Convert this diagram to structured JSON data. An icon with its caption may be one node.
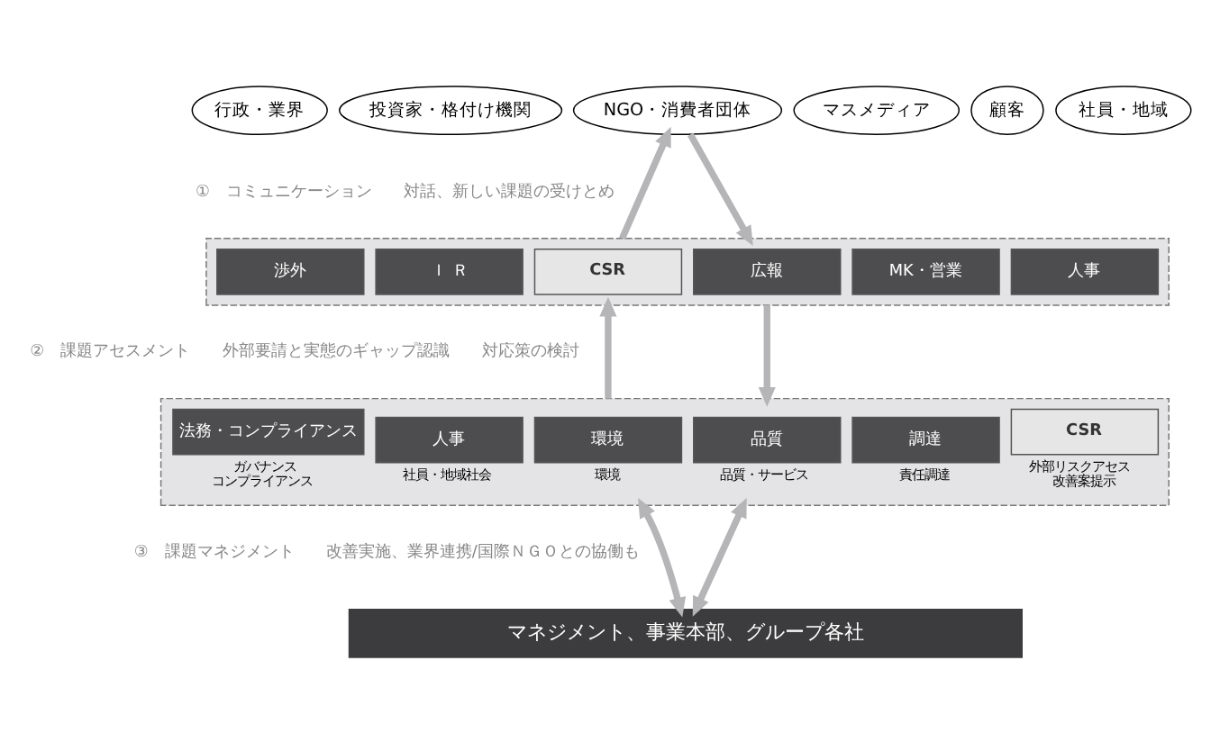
{
  "diagram": {
    "nodes": [
      {
        "text": [
          "行政・業界"
        ]
      },
      {
        "text": [
          "投資家・格付け機関"
        ]
      },
      {
        "text": [
          "NGO・消費者団体"
        ]
      },
      {
        "text": [
          "マスメディア"
        ]
      },
      {
        "text": [
          "顧客"
        ]
      },
      {
        "text": [
          "社員・地域"
        ]
      },
      {
        "text": [],
        "shape": "box"
      },
      {
        "text": [
          "渉外"
        ],
        "in": 6
      },
      {
        "text": [
          "Ｉ Ｒ"
        ],
        "in": 6
      },
      {
        "text": [
          "CSR"
        ],
        "in": 6
      },
      {
        "text": [
          "広報"
        ],
        "in": 6
      },
      {
        "text": [
          "MK・営業"
        ],
        "in": 6
      },
      {
        "text": [
          "人事"
        ],
        "in": 6
      },
      {
        "text": [],
        "shape": "box"
      },
      {
        "text": [
          "法務・コンプライアンス"
        ],
        "in": 13,
        "beside": [
          "ガバナンス",
          "コンプライアンス"
        ]
      },
      {
        "text": [
          "人事"
        ],
        "in": 13,
        "beside": [
          "社員・地域社会"
        ]
      },
      {
        "text": [
          "環境"
        ],
        "in": 13,
        "beside": [
          "環境"
        ]
      },
      {
        "text": [
          "品質"
        ],
        "in": 13,
        "beside": [
          "品質・サービス"
        ]
      },
      {
        "text": [
          "調達"
        ],
        "in": 13,
        "beside": [
          "責任調達"
        ]
      },
      {
        "text": [
          "CSR"
        ],
        "in": 13,
        "beside": [
          "外部リスクアセス",
          "改善案提示"
        ]
      },
      {
        "text": [
          "マネジメント、事業本部、グループ各社"
        ]
      }
    ],
    "edges": [
      {
        "from": 6,
        "to": 2,
        "arrow": "to"
      },
      {
        "from": 2,
        "to": 6,
        "arrow": "to"
      },
      {
        "from": 13,
        "to": 6,
        "arrow": "to"
      },
      {
        "from": 6,
        "to": 13,
        "arrow": "to"
      },
      {
        "from": 13,
        "to": 20,
        "arrow": "both"
      },
      {
        "from": 13,
        "to": 20,
        "arrow": "both"
      }
    ],
    "labels": [
      "①　コミュニケーション",
      "対話、新しい課題の受けとめ",
      "②　課題アセスメント",
      "外部要請と実態のギャップ認識",
      "対応策の検討",
      "③　課題マネジメント",
      "改善実施、業界連携/国際ＮＧＯとの協働も"
    ]
  }
}
